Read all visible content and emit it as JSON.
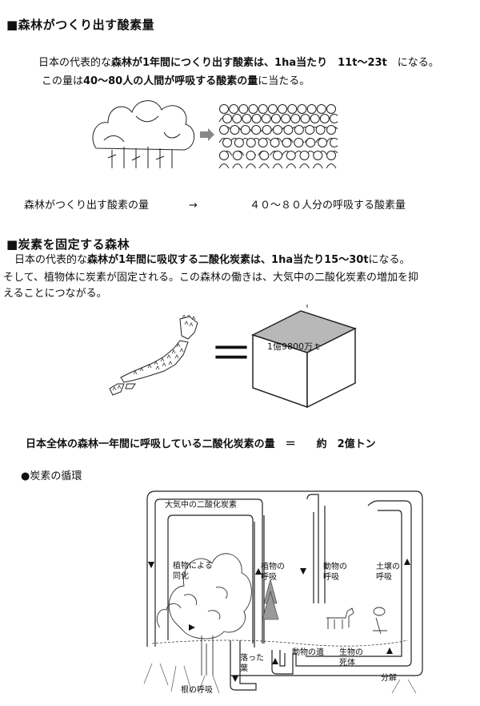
{
  "section1": {
    "heading": "■森林がつくり出す酸素量",
    "p1": {
      "a": "日本の代表的な",
      "b": "森林が1年間につくり出す酸素は、1ha当たり　11t～23t",
      "c": "　になる。"
    },
    "p2": {
      "a": "この量は",
      "b": "40～80人の人間が呼吸する酸素の量",
      "c": "に当たる。"
    },
    "caption_left": "森林がつくり出す酸素の量",
    "caption_arrow": "→",
    "caption_right": "４０～８０人分の呼吸する酸素量"
  },
  "section2": {
    "heading": "■炭素を固定する森林",
    "p1": {
      "a": "日本の代表的な",
      "b": "森林が1年間に吸収する二酸化炭素は、1ha当たり15～30t",
      "c": "になる。"
    },
    "p2": "そして、植物体に炭素が固定される。この森林の働きは、大気中の二酸化炭素の増加を抑",
    "p3": "えることにつながる。",
    "equals": "＝",
    "cube_label": "1億9800万ｔ",
    "summary": "日本全体の森林一年間に呼吸している二酸化炭素の量　＝　　約　2億トン"
  },
  "section3": {
    "heading": "●炭素の循環",
    "labels": {
      "air": "大気中の二酸化炭素",
      "photosynthesis": "植物による\n同化",
      "plant_resp": "植物の\n呼吸",
      "animal_resp": "動物の\n呼吸",
      "soil_resp": "土壌の\n呼吸",
      "fallen_leaves": "落った\n葉",
      "animal_body": "動物の遺",
      "creature_body": "生物の\n死体",
      "decompose": "分解",
      "root_resp": "根の呼吸"
    }
  }
}
